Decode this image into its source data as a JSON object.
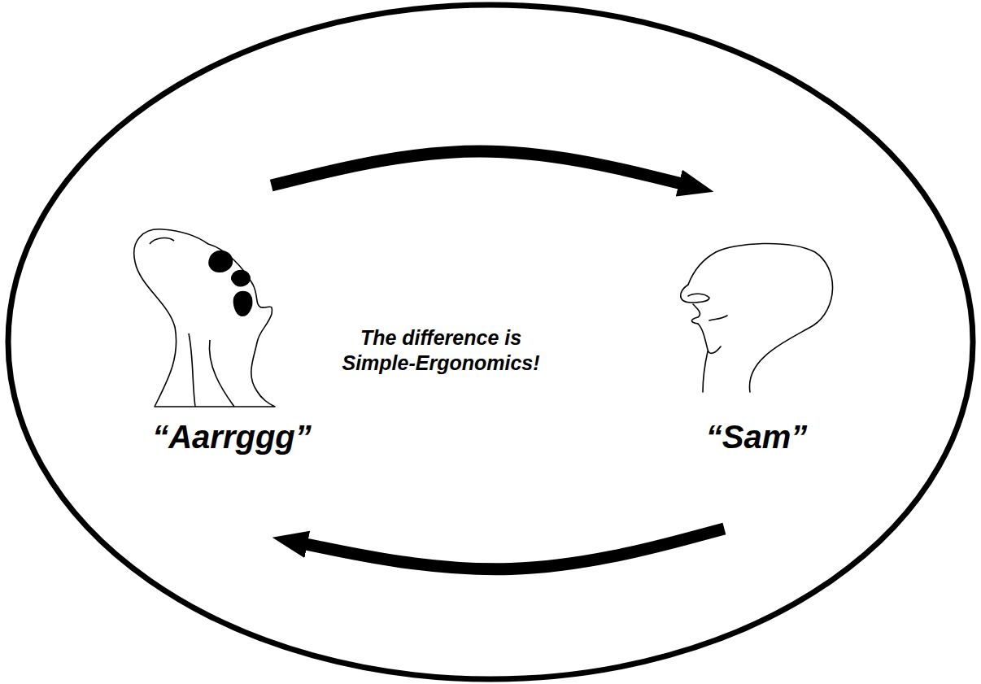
{
  "diagram": {
    "nodes": [
      {
        "text": [
          "The difference is Simple-Ergonomics!"
        ]
      },
      {
        "text": [
          "“Aarrggg”"
        ],
        "in": 0
      },
      {
        "text": [
          "“Sam”"
        ],
        "in": 0
      }
    ],
    "edges": [
      {
        "from": 1,
        "to": 2,
        "arrow": "to"
      },
      {
        "from": 2,
        "to": 1,
        "arrow": "to"
      }
    ]
  }
}
